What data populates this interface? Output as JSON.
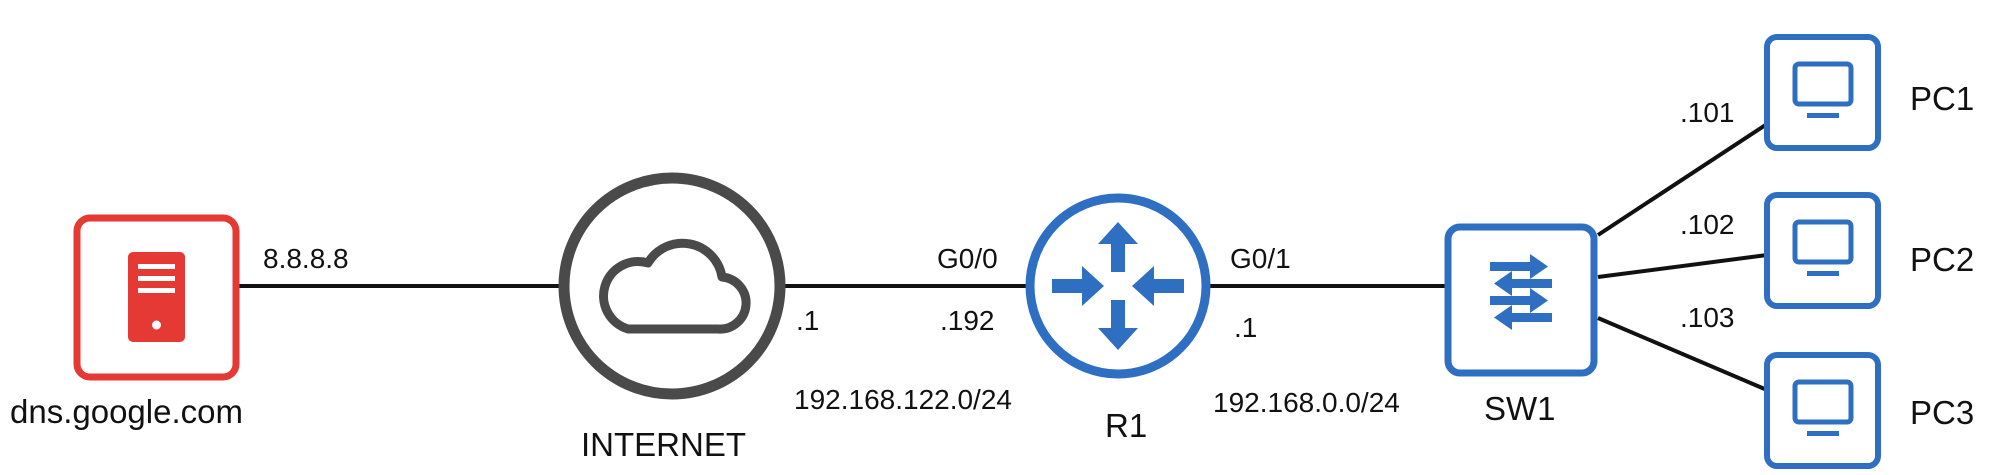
{
  "colors": {
    "server": "#e53a33",
    "internet": "#4a4a4a",
    "network": "#2f6fc2",
    "link": "#111111"
  },
  "nodes": {
    "dns": {
      "label": "dns.google.com",
      "icon": "server-icon"
    },
    "internet": {
      "label": "INTERNET",
      "icon": "cloud-icon"
    },
    "router": {
      "label": "R1",
      "icon": "router-icon"
    },
    "switch": {
      "label": "SW1",
      "icon": "switch-icon"
    },
    "pc1": {
      "label": "PC1",
      "icon": "monitor-icon"
    },
    "pc2": {
      "label": "PC2",
      "icon": "monitor-icon"
    },
    "pc3": {
      "label": "PC3",
      "icon": "monitor-icon"
    }
  },
  "links": {
    "dns_internet": {
      "address": "8.8.8.8"
    },
    "internet_router": {
      "internet_host": ".1",
      "router_interface": "G0/0",
      "router_host": ".192",
      "subnet": "192.168.122.0/24"
    },
    "router_switch": {
      "router_interface": "G0/1",
      "router_host": ".1",
      "subnet": "192.168.0.0/24"
    },
    "switch_pc1": {
      "host": ".101"
    },
    "switch_pc2": {
      "host": ".102"
    },
    "switch_pc3": {
      "host": ".103"
    }
  }
}
